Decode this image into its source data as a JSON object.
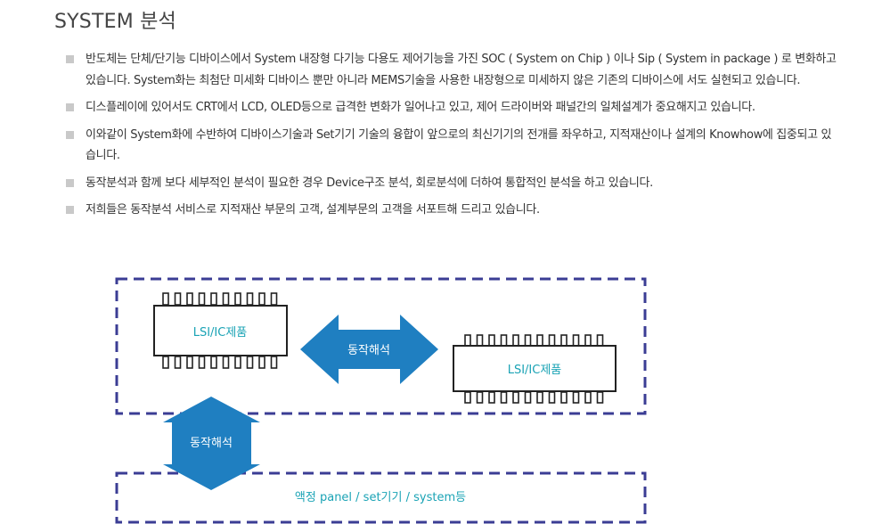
{
  "page": {
    "title": "SYSTEM 분석"
  },
  "bullets": [
    "반도체는 단체/단기능 디바이스에서 System 내장형 다기능 다용도 제어기능을 가진 SOC ( System on Chip ) 이나 Sip ( System in package ) 로 변화하고 있습니다.  System화는 최첨단 미세화 디바이스 뿐만 아니라 MEMS기술을 사용한 내장형으로 미세하지 않은 기존의 디바이스에 서도 실현되고 있습니다.",
    "디스플레이에 있어서도 CRT에서 LCD, OLED등으로 급격한 변화가 일어나고 있고, 제어 드라이버와 패널간의 일체설계가 중요해지고 있습니다.",
    "이와같이 System화에 수반하여 디바이스기술과 Set기기 기술의 융합이 앞으로의 최신기기의 전개를 좌우하고, 지적재산이나 설계의 Knowhow에 집중되고 있습니다.",
    "동작분석과 함께 보다 세부적인 분석이 필요한 경우 Device구조 분석, 회로분석에 더하여 통합적인 분석을 하고 있습니다.",
    "저희들은 동작분석 서비스로 지적재산 부문의 고객, 설계부문의 고객을 서포트해 드리고 있습니다."
  ],
  "diagram": {
    "chip_left_label": "LSI/IC제품",
    "chip_right_label": "LSI/IC제품",
    "arrow_horizontal_label": "동작해석",
    "arrow_vertical_label": "동작해석",
    "bottom_box_label": "액정 panel / set기기 / system등",
    "colors": {
      "dashed_border": "#3b3d94",
      "arrow_fill": "#1f7fc1",
      "label_text": "#1aa3b5",
      "chip_stroke": "#222222"
    }
  }
}
